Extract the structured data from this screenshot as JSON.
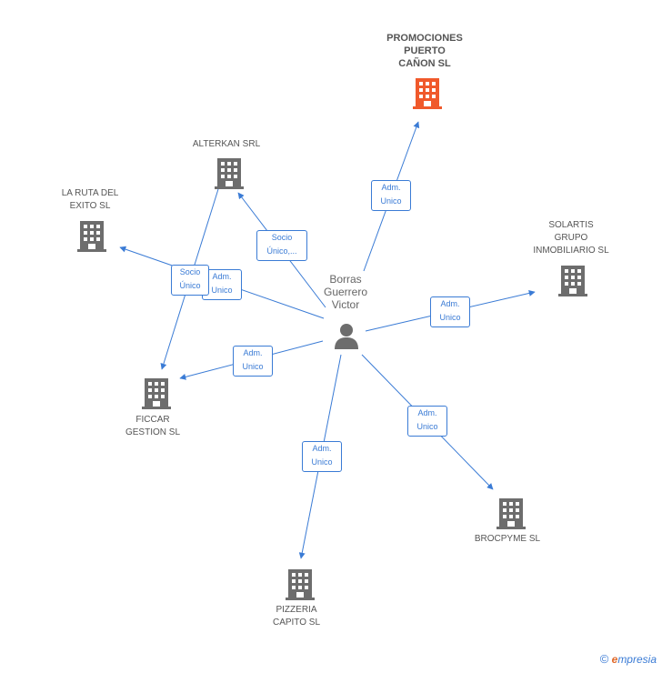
{
  "center_person": {
    "name_lines": [
      "Borras",
      "Guerrero",
      "Victor"
    ]
  },
  "companies": [
    {
      "id": "promociones",
      "lines": [
        "PROMOCIONES",
        "PUERTO",
        "CAÑON SL"
      ],
      "highlight": true
    },
    {
      "id": "alterkan",
      "lines": [
        "ALTERKAN SRL"
      ]
    },
    {
      "id": "laruta",
      "lines": [
        "LA RUTA DEL",
        "EXITO SL"
      ]
    },
    {
      "id": "solartis",
      "lines": [
        "SOLARTIS",
        "GRUPO",
        "INMOBILIARIO SL"
      ]
    },
    {
      "id": "ficcar",
      "lines": [
        "FICCAR",
        "GESTION SL"
      ]
    },
    {
      "id": "brocpyme",
      "lines": [
        "BROCPYME SL"
      ]
    },
    {
      "id": "pizzeria",
      "lines": [
        "PIZZERIA",
        "CAPITO SL"
      ]
    }
  ],
  "relations": [
    {
      "id": "r-promociones",
      "text": "Adm.\nUnico"
    },
    {
      "id": "r-alterkan-socio",
      "text": "Socio\nÚnico,..."
    },
    {
      "id": "r-laruta-adm",
      "text": "Adm.\nUnico"
    },
    {
      "id": "r-ficcar-socio",
      "text": "Socio\nÚnico"
    },
    {
      "id": "r-ficcar-adm",
      "text": "Adm.\nUnico"
    },
    {
      "id": "r-solartis",
      "text": "Adm.\nUnico"
    },
    {
      "id": "r-brocpyme",
      "text": "Adm.\nUnico"
    },
    {
      "id": "r-pizzeria",
      "text": "Adm.\nUnico"
    }
  ],
  "colors": {
    "edge": "#3a7bd5",
    "building": "#6d6d6d",
    "building_highlight": "#f0592b",
    "person": "#6d6d6d"
  },
  "footer": {
    "copyright": "©",
    "brand_e": "e",
    "brand_rest": "mpresia"
  }
}
